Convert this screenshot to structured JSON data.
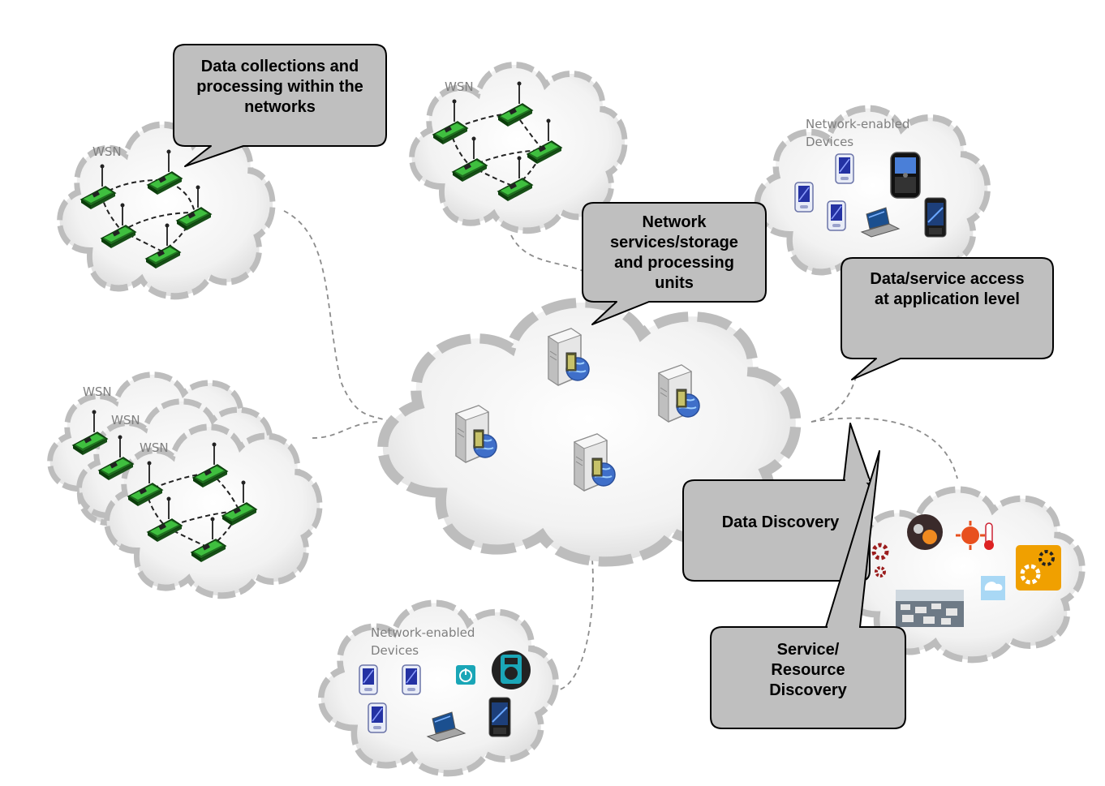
{
  "labels": {
    "wsn": "WSN",
    "network_devices": "Network-enabled\nDevices"
  },
  "callouts": {
    "data_collections": "Data collections and\nprocessing within the\nnetworks",
    "network_services": "Network\nservices/storage\nand processing\nunits",
    "data_service_access": "Data/service access\nat application level",
    "data_discovery": "Data Discovery",
    "service_resource_discovery": "Service/\nResource\nDiscovery"
  },
  "colors": {
    "cloud_fill": "#ededed",
    "cloud_border": "#bdbdbd",
    "callout_fill": "#bfbfbf",
    "sensor_board": "#2e8b2e",
    "connector_line": "#7f7f7f"
  }
}
